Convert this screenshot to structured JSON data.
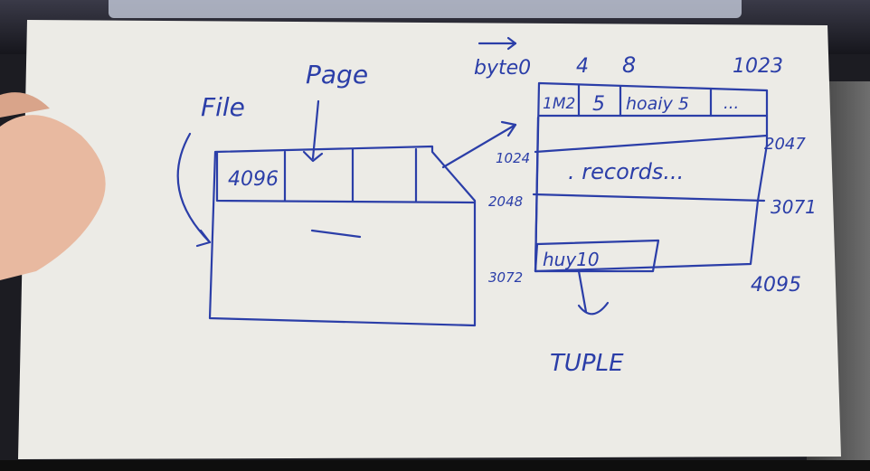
{
  "labels": {
    "file": "File",
    "page": "Page",
    "first_slot": "4096",
    "byte0": "byte0",
    "offset4": "4",
    "offset8": "8",
    "offset1023": "1023",
    "header_cell1": "1M2",
    "header_cell2": "5",
    "header_cell3": "hoaiy 5",
    "header_cell4": "...",
    "row1024": "1024",
    "row2048": "2048",
    "row3072": "3072",
    "right2047": "2047",
    "right3071": "3071",
    "right4095": "4095",
    "records": ". records...",
    "tuple_cell": "huy10",
    "tuple": "TUPLE"
  },
  "colors": {
    "ink": "#2b3ea8",
    "paper": "#ecebe6",
    "skin": "#e8b9a0"
  }
}
